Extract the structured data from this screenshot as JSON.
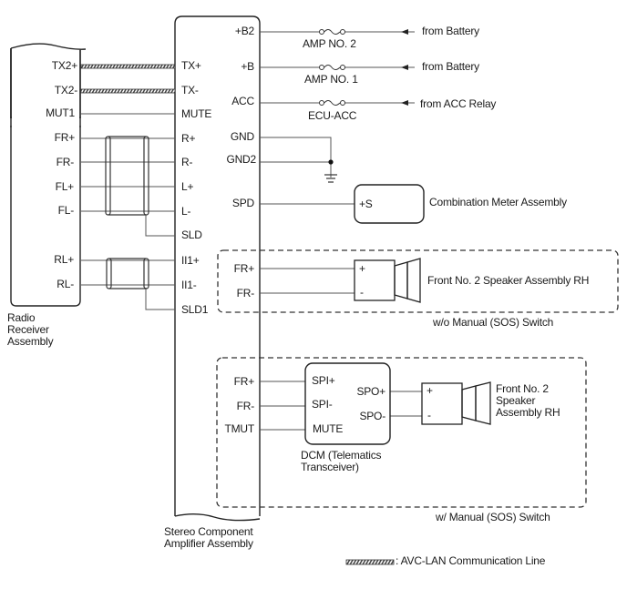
{
  "radio_receiver": {
    "name_lines": [
      "Radio",
      "Receiver",
      "Assembly"
    ],
    "pins": [
      "TX2+",
      "TX2-",
      "MUT1",
      "FR+",
      "FR-",
      "FL+",
      "FL-",
      "RL+",
      "RL-"
    ]
  },
  "amplifier": {
    "name_lines": [
      "Stereo Component",
      "Amplifier Assembly"
    ],
    "left_pins": [
      "TX+",
      "TX-",
      "MUTE",
      "R+",
      "R-",
      "L+",
      "L-",
      "SLD",
      "II1+",
      "II1-",
      "SLD1"
    ],
    "right_pins": [
      "+B2",
      "+B",
      "ACC",
      "GND",
      "GND2",
      "SPD"
    ]
  },
  "fuses": [
    {
      "name": "AMP NO. 2",
      "source": "from Battery"
    },
    {
      "name": "AMP NO. 1",
      "source": "from Battery"
    },
    {
      "name": "ECU-ACC",
      "source": "from ACC Relay"
    }
  ],
  "combination_meter": {
    "pin": "+S",
    "name": "Combination Meter Assembly"
  },
  "wo_sos": {
    "caption": "w/o Manual (SOS) Switch",
    "pins": [
      "FR+",
      "FR-"
    ],
    "speaker_pins": [
      "+",
      "-"
    ],
    "speaker_name": "Front No. 2 Speaker Assembly RH"
  },
  "w_sos": {
    "caption": "w/ Manual (SOS) Switch",
    "pins": [
      "FR+",
      "FR-",
      "TMUT"
    ],
    "dcm_in_pins": [
      "SPI+",
      "SPI-",
      "MUTE"
    ],
    "dcm_out_pins": [
      "SPO+",
      "SPO-"
    ],
    "dcm_name_lines": [
      "DCM (Telematics",
      "Transceiver)"
    ],
    "speaker_pins": [
      "+",
      "-"
    ],
    "speaker_name_lines": [
      "Front No. 2",
      "Speaker",
      "Assembly RH"
    ]
  },
  "legend": {
    "label": ": AVC-LAN Communication Line"
  }
}
